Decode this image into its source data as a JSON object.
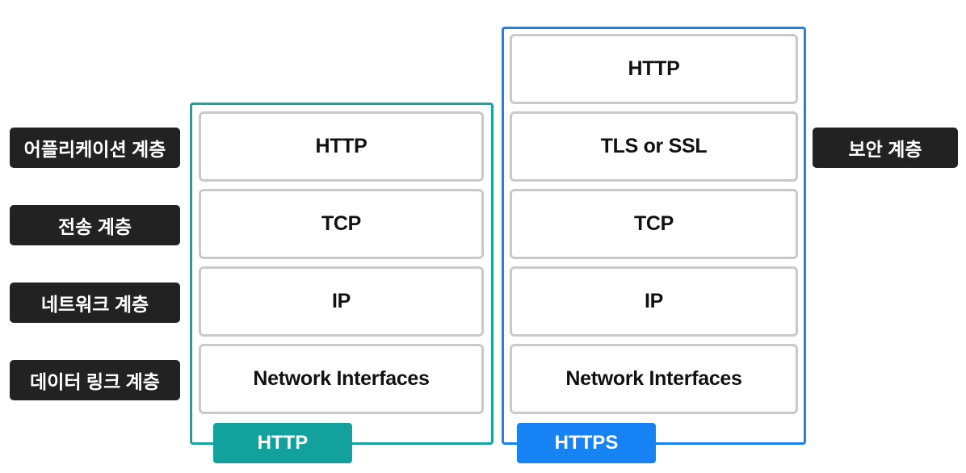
{
  "left_labels": [
    "어플리케이션 계층",
    "전송 계층",
    "네트워크 계층",
    "데이터 링크 계층"
  ],
  "right_label": "보안 계층",
  "http_stack": {
    "tag": "HTTP",
    "layers": [
      "HTTP",
      "TCP",
      "IP",
      "Network Interfaces"
    ]
  },
  "https_stack": {
    "tag": "HTTPS",
    "layers": [
      "HTTP",
      "TLS or SSL",
      "TCP",
      "IP",
      "Network Interfaces"
    ]
  },
  "colors": {
    "http_accent": "#12a19c",
    "https_accent": "#1682f3",
    "label_bg": "#222222",
    "layer_border": "#c9c9c9"
  }
}
